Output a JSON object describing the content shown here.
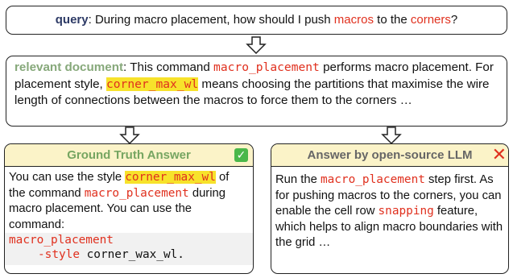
{
  "query": {
    "key": "query",
    "sep": ": ",
    "text_1": "During macro placement, how should I push ",
    "hl_1": "macros",
    "text_2": " to the ",
    "hl_2": "corners",
    "text_3": "?"
  },
  "document": {
    "key": "relevant document",
    "sep": ": ",
    "text_1": "This command ",
    "cmd": "macro_placement",
    "text_2": " performs macro placement. For placement style, ",
    "style": "corner_max_wl",
    "text_3": " means choosing the partitions that maximise the wire length of connections between the macros to force them to the corners …"
  },
  "ground_truth": {
    "title": "Ground Truth Answer",
    "check_glyph": "✓",
    "t1": "You can use the style ",
    "style": "corner_max_wl",
    "t2": " of the command ",
    "cmd": "macro_placement",
    "t3": " during macro placement. You can use the command:",
    "code_line1": "macro_placement",
    "code_flag": "-style",
    "code_arg": " corner_wax_wl."
  },
  "llm_answer": {
    "title": "Answer by open-source LLM",
    "cross_glyph": "✕",
    "t1": "Run the ",
    "cmd": "macro_placement",
    "t2": " step first. As for pushing macros to the corners, you can enable the cell row ",
    "snap": "snapping",
    "t3": " feature, which helps to align macro boundaries with the grid …"
  },
  "colors": {
    "highlight_red": "#e0301e",
    "highlight_yellow": "#f7e22b",
    "doc_label_green": "#86a87a",
    "query_label_navy": "#2d3a66",
    "card_header_bg": "#fbf3c8"
  }
}
